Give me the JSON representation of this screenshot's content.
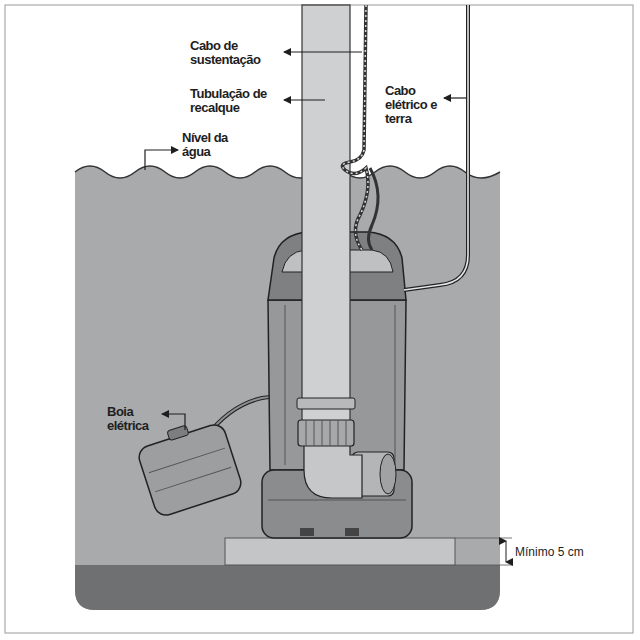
{
  "diagram": {
    "labels": [
      "Cabo de sustentação",
      "Tubulação de recalque",
      "Cabo elétrico e terra",
      "Nível da água",
      "Boia elétrica",
      "Mínimo 5 cm"
    ]
  }
}
